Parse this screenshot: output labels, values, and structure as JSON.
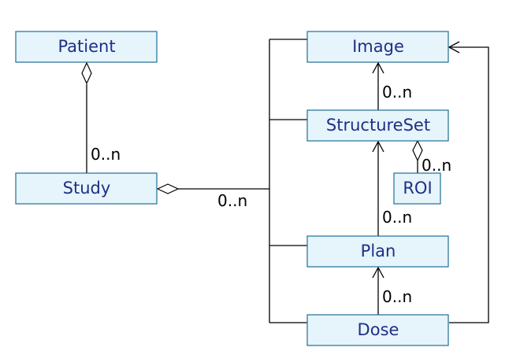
{
  "classes": {
    "patient": "Patient",
    "study": "Study",
    "image": "Image",
    "structure_set": "StructureSet",
    "roi": "ROI",
    "plan": "Plan",
    "dose": "Dose"
  },
  "multiplicities": {
    "patient_study": "0..n",
    "study_bus": "0..n",
    "image_structureset": "0..n",
    "structureset_roi": "0..n",
    "structureset_plan": "0..n",
    "plan_dose": "0..n"
  }
}
